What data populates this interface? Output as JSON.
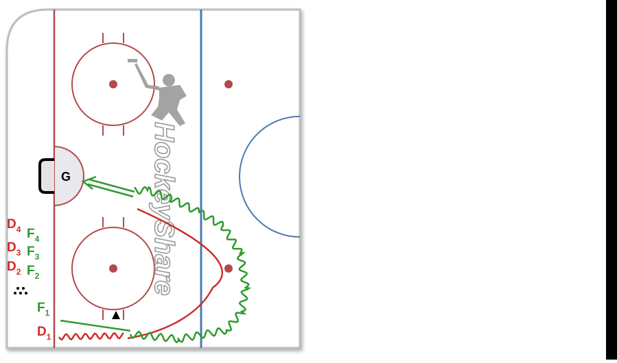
{
  "goalie_label": "G",
  "watermark": "HockeyShare",
  "players": [
    {
      "letter": "D",
      "sub": "4",
      "color": "#d02a2a"
    },
    {
      "letter": "F",
      "sub": "4",
      "color": "#2e9a2e"
    },
    {
      "letter": "D",
      "sub": "3",
      "color": "#d02a2a"
    },
    {
      "letter": "F",
      "sub": "3",
      "color": "#2e9a2e"
    },
    {
      "letter": "D",
      "sub": "2",
      "color": "#d02a2a"
    },
    {
      "letter": "F",
      "sub": "2",
      "color": "#2e9a2e"
    },
    {
      "letter": "F",
      "sub": "1",
      "color": "#2e9a2e"
    },
    {
      "letter": "D",
      "sub": "1",
      "color": "#d02a2a"
    }
  ],
  "colors": {
    "red_line": "#b24a4a",
    "blue_line": "#4a7ab0",
    "dot": "#b24a4a",
    "offense_green": "#2e9a2e",
    "defense_red": "#d02a2a",
    "crease_fill": "#e8e8ee",
    "watermark": "#9a9a9a"
  },
  "icons": {
    "pucks": "puck-cluster-icon",
    "cone": "cone-icon",
    "skater_logo": "skater-silhouette-icon"
  }
}
